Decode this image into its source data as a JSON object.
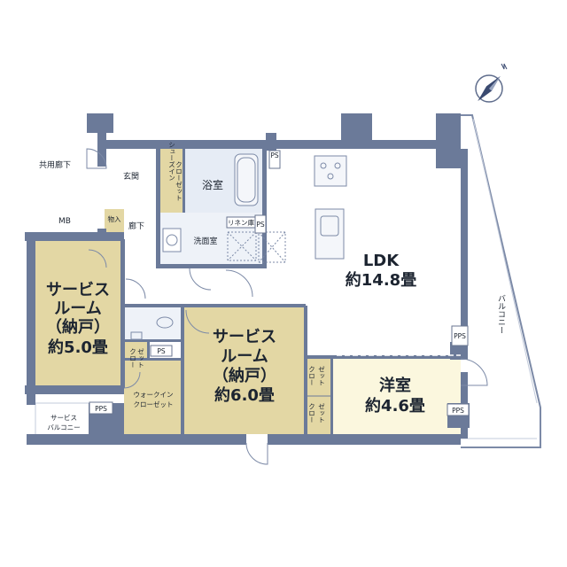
{
  "colors": {
    "wall": "#6b7a99",
    "room_white": "#ffffff",
    "storage_tan": "#e3d7a4",
    "western_cream": "#fbf7de",
    "wet_blue": "#e6ecf5",
    "wet_light": "#f1f5fa",
    "balcony_line": "#7c8aa7"
  },
  "compass_icon": "compass-north-icon",
  "rooms": {
    "ldk": {
      "name": "LDK",
      "size": "約14.8畳"
    },
    "service_room_a": {
      "line1": "サービス",
      "line2": "ルーム",
      "line3": "（納戸）",
      "size": "約5.0畳"
    },
    "service_room_b": {
      "line1": "サービス",
      "line2": "ルーム",
      "line3": "（納戸）",
      "size": "約6.0畳"
    },
    "western_room": {
      "name": "洋室",
      "size": "約4.6畳"
    },
    "bath": "浴室",
    "washroom": "洗面室",
    "entrance": "玄関",
    "corridor": "廊下",
    "shared_corridor": "共用廊下",
    "storage": "物入",
    "shoes_closet_1": "シューズイン",
    "shoes_closet_2": "クローゼット",
    "linen": "リネン庫",
    "walkin_1": "ウォークイン",
    "walkin_2": "クローゼット",
    "closet_1": "クロー",
    "closet_2": "ゼット",
    "mb": "MB",
    "service_balcony_1": "サービス",
    "service_balcony_2": "バルコニー",
    "balcony": "バルコニー"
  },
  "tags": {
    "ps": "PS",
    "pps": "PPS"
  }
}
